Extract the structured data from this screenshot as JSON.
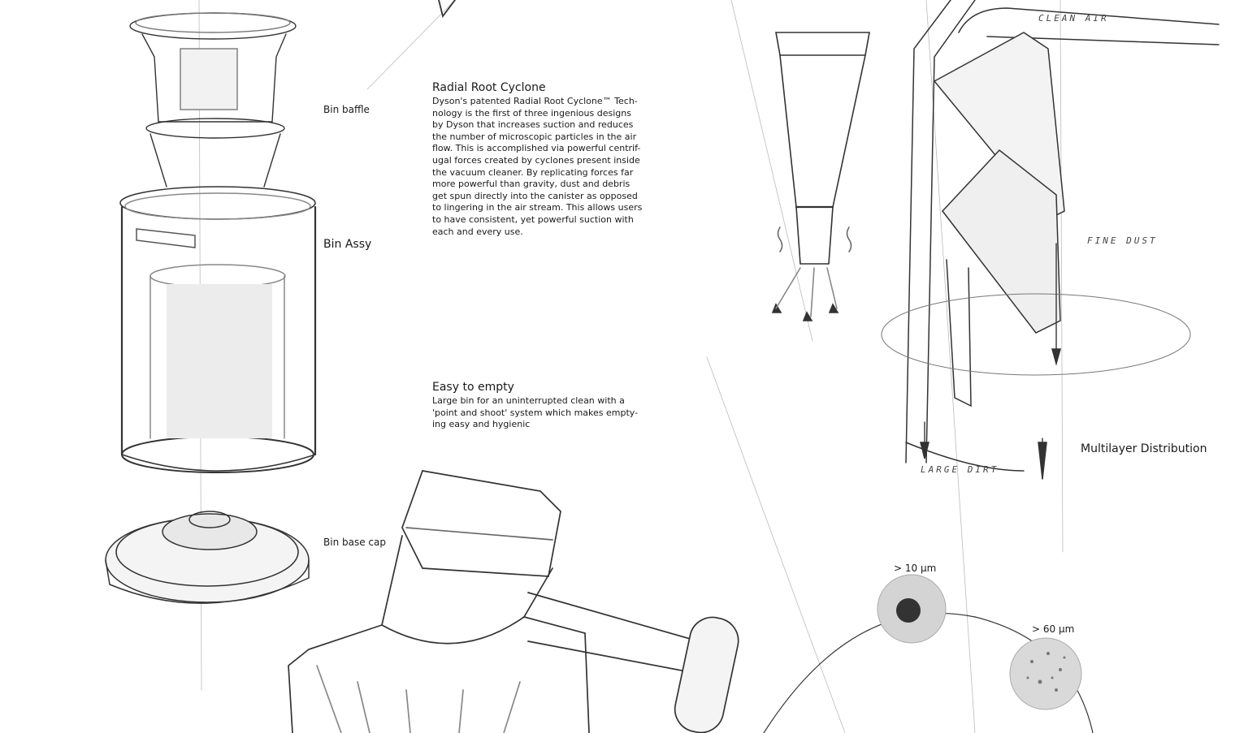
{
  "labels": {
    "bin_baffle": "Bin baffle",
    "bin_assy": "Bin Assy",
    "bin_base_cap": "Bin base cap",
    "multilayer": "Multilayer Distribution",
    "particle_small": "> 10 µm",
    "particle_large": "> 60 µm"
  },
  "hand_notes": {
    "clean_air": "CLEAN AIR",
    "fine_dust": "FINE DUST",
    "large_dirt": "LARGE DIRT"
  },
  "cyclone": {
    "title": "Radial Root Cyclone",
    "lines": [
      "Dyson's patented Radial Root Cyclone™ Tech-",
      "nology is the first of three ingenious designs",
      "by Dyson that increases suction and reduces",
      "the number of microscopic particles in the air",
      "flow. This is accomplished via powerful centrif-",
      "ugal forces created by cyclones present inside",
      "the vacuum cleaner. By replicating forces far",
      "more powerful than gravity, dust and debris",
      "get spun directly into the canister as opposed",
      "to lingering in the air stream. This allows users",
      "to have consistent, yet powerful suction with",
      "each and every use."
    ]
  },
  "empty": {
    "title": "Easy to empty",
    "lines": [
      "Large bin for an uninterrupted clean with a",
      "'point and shoot' system which makes empty-",
      "ing easy and hygienic"
    ]
  }
}
